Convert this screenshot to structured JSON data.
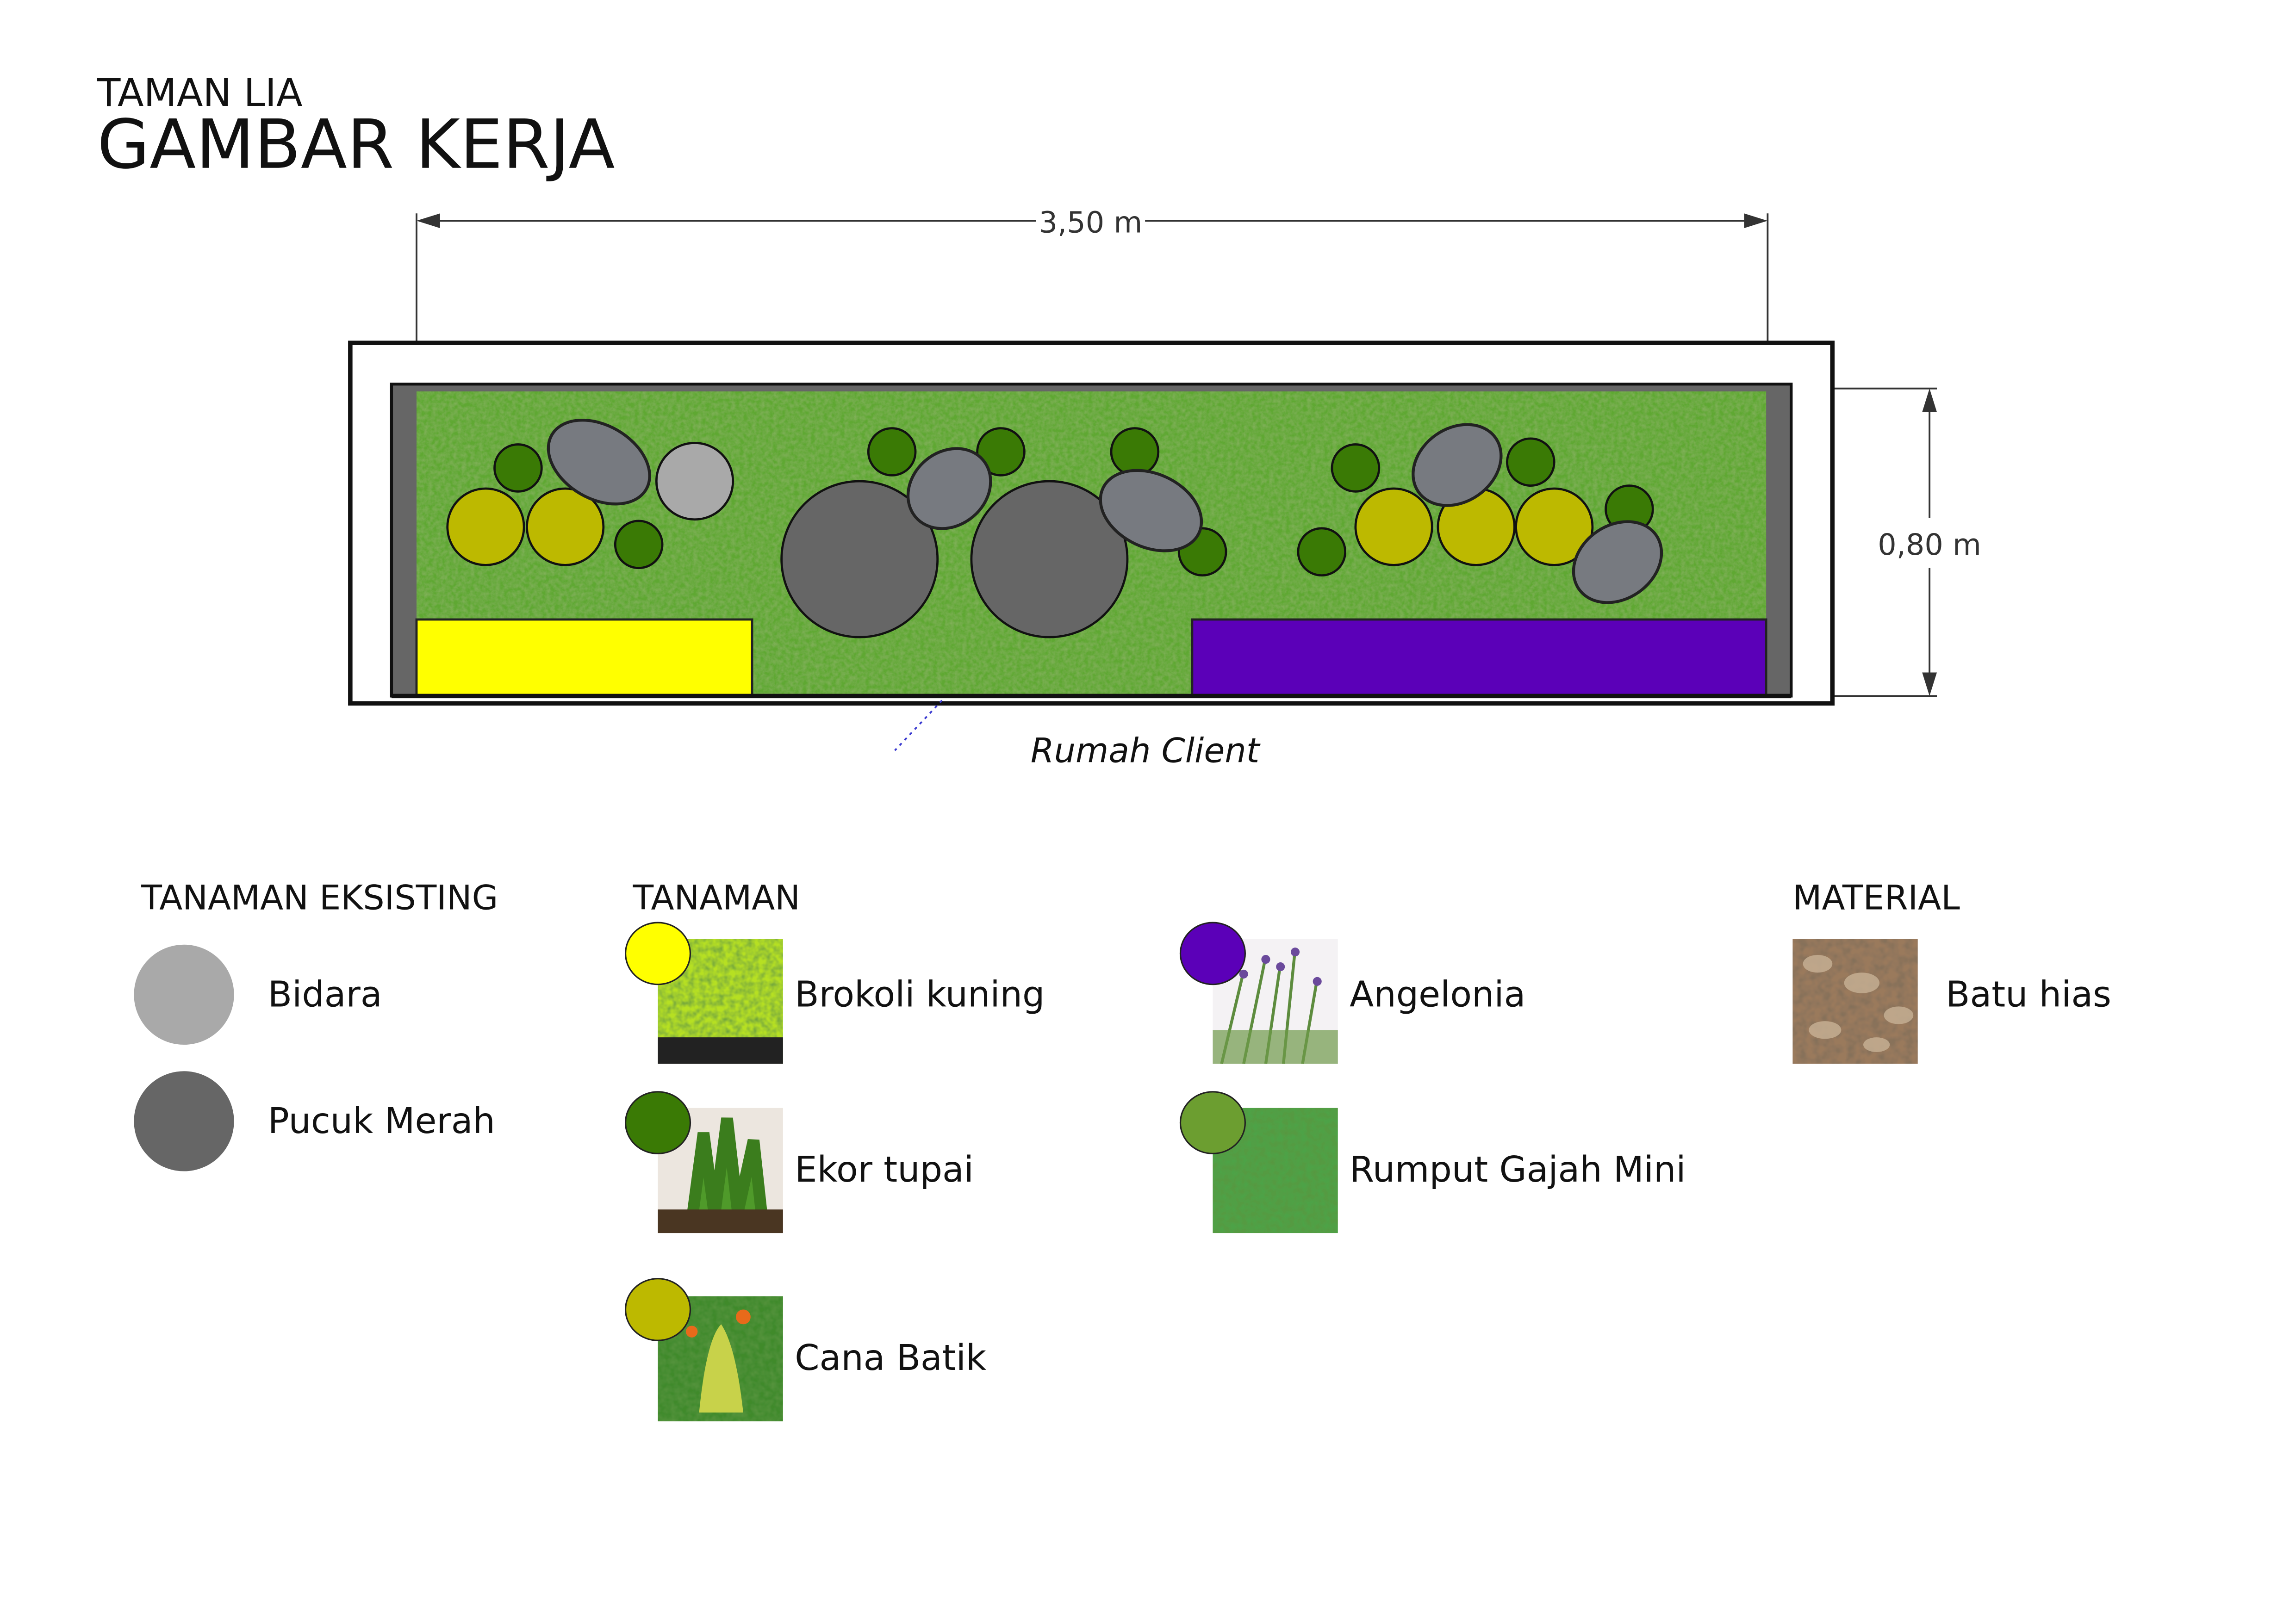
{
  "header": {
    "project": "TAMAN LIA",
    "title": "GAMBAR KERJA"
  },
  "plan": {
    "width_label": "3,50 m",
    "height_label": "0,80 m",
    "house_label": "Rumah Client",
    "colors": {
      "grass": "#5a9e2e",
      "wall_side": "#666666",
      "brokoli": "#ffff00",
      "angelonia": "#5b00b8",
      "ekor_tupai": "#3a7a05",
      "cana_batik": "#bdb900",
      "bidara": "#a9a9a9",
      "pucuk_merah": "#666666",
      "batu": "#777a80"
    }
  },
  "legend": {
    "existing": {
      "title": "TANAMAN EKSISTING",
      "items": [
        {
          "label": "Bidara",
          "color": "#a9a9a9"
        },
        {
          "label": "Pucuk Merah",
          "color": "#666666"
        }
      ]
    },
    "plants": {
      "title": "TANAMAN",
      "items": [
        {
          "label": "Brokoli kuning",
          "color": "#ffff00"
        },
        {
          "label": "Ekor tupai",
          "color": "#3a7a05"
        },
        {
          "label": "Cana Batik",
          "color": "#bdb900"
        },
        {
          "label": "Angelonia",
          "color": "#5b00b8"
        },
        {
          "label": "Rumput Gajah Mini",
          "color": "#6c9e30"
        }
      ]
    },
    "material": {
      "title": "MATERIAL",
      "items": [
        {
          "label": "Batu hias"
        }
      ]
    }
  }
}
